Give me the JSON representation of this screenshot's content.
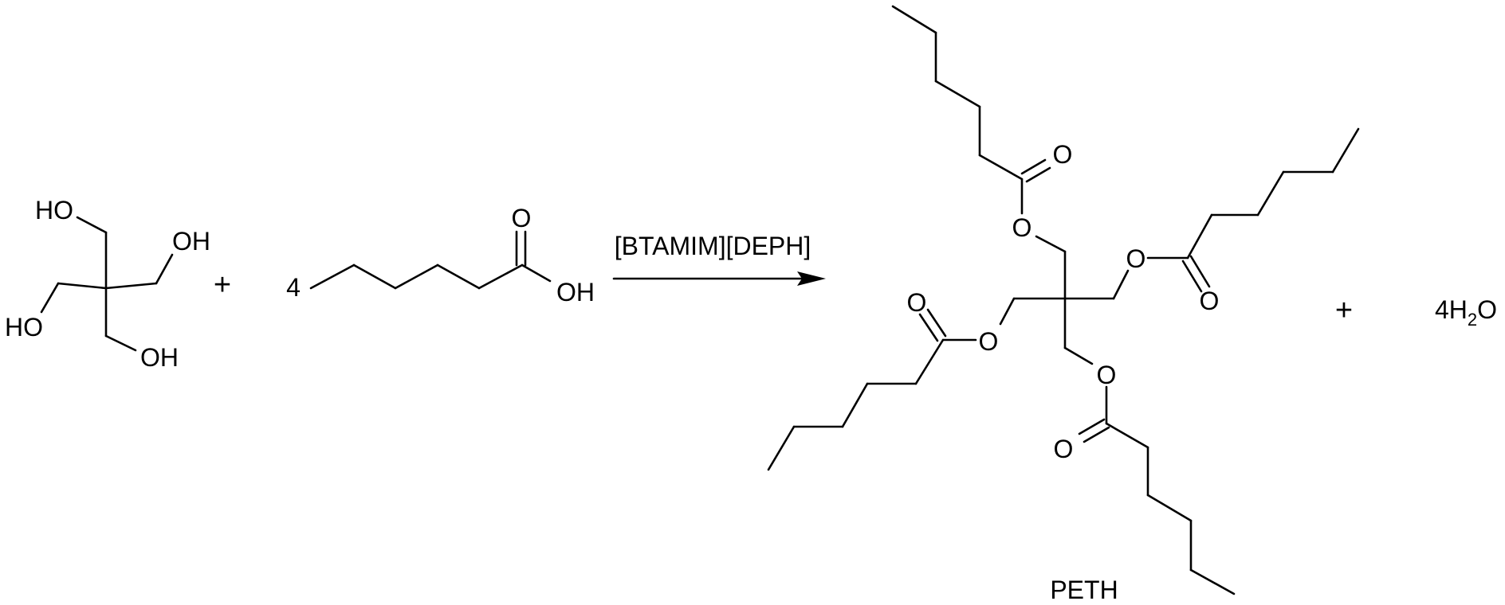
{
  "atoms": {
    "oxygen": "O",
    "hydroxyl": "OH",
    "hydroxyl_left": "HO"
  },
  "operators": {
    "plus": "+"
  },
  "reactants": {
    "acid_coefficient": "4"
  },
  "reagent": {
    "catalyst": "[BTAMIM][DEPH]"
  },
  "products": {
    "ester_name": "PETH",
    "water": {
      "coefficient": "4",
      "h": "H",
      "subscript": "2",
      "o": "O"
    }
  }
}
